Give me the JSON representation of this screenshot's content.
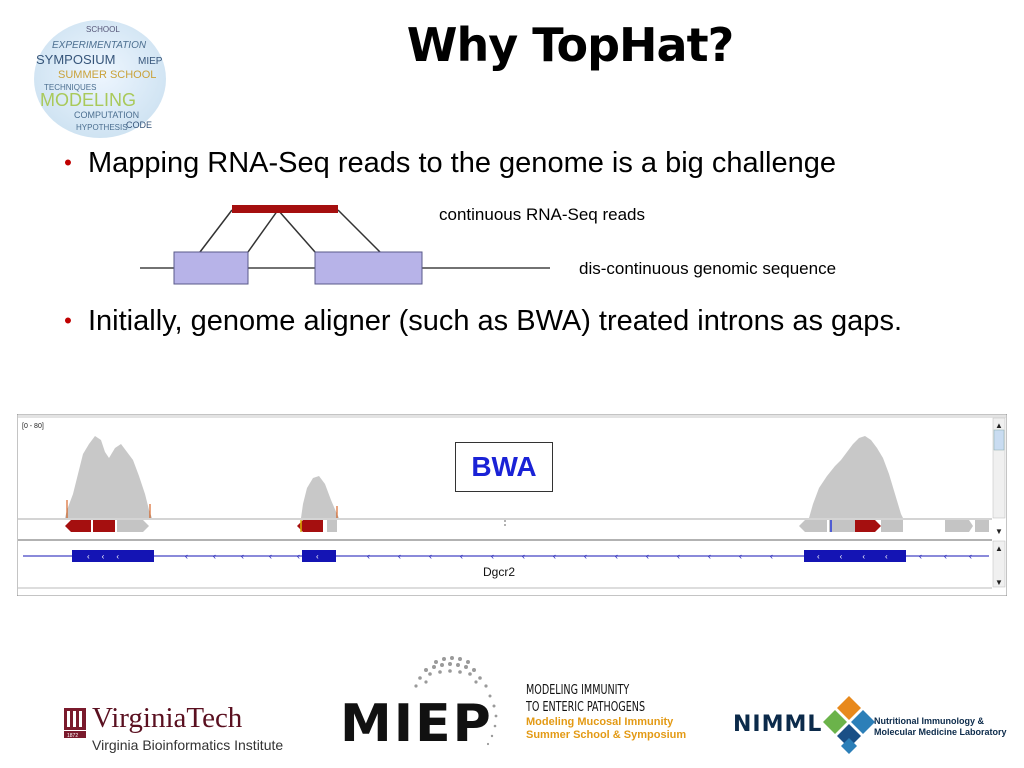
{
  "slide": {
    "title": "Why TopHat?",
    "bullets": [
      "Mapping RNA-Seq reads to the genome is a big challenge",
      "Initially, genome aligner (such as BWA) treated introns as gaps."
    ]
  },
  "diagram": {
    "read_label": "continuous RNA-Seq reads",
    "genome_label": "dis-continuous genomic sequence",
    "colors": {
      "read": "#a50f0f",
      "exon_fill": "#b7b3e8",
      "exon_stroke": "#5a5a8a",
      "line": "#333333"
    }
  },
  "igv": {
    "range_label": "[0 - 80]",
    "aligner_label": "BWA",
    "gene_label": "Dgcr2",
    "colors": {
      "coverage": "#c8c8c8",
      "read_red": "#a50f0f",
      "read_gray": "#c4c4c4",
      "gene": "#1414b4",
      "scroll": "#e8e8e8"
    }
  },
  "logos": {
    "wordcloud_words": [
      "SCHOOL",
      "EXPERIMENTATION",
      "SYMPOSIUM",
      "MIEP",
      "SUMMER SCHOOL",
      "TECHNIQUES",
      "MODELING",
      "COMPUTATION",
      "HYPOTHESIS",
      "CODE"
    ],
    "virginia_tech": {
      "name": "VirginiaTech",
      "sub": "Virginia Bioinformatics Institute"
    },
    "miep": {
      "word": "MIEP",
      "line1": "MODELING IMMUNITY",
      "line2": "TO ENTERIC PATHOGENS",
      "line3": "Modeling Mucosal Immunity",
      "line4": "Summer School & Symposium"
    },
    "nimml": {
      "word": "NIMML",
      "line1": "Nutritional Immunology &",
      "line2": "Molecular Medicine Laboratory"
    }
  }
}
